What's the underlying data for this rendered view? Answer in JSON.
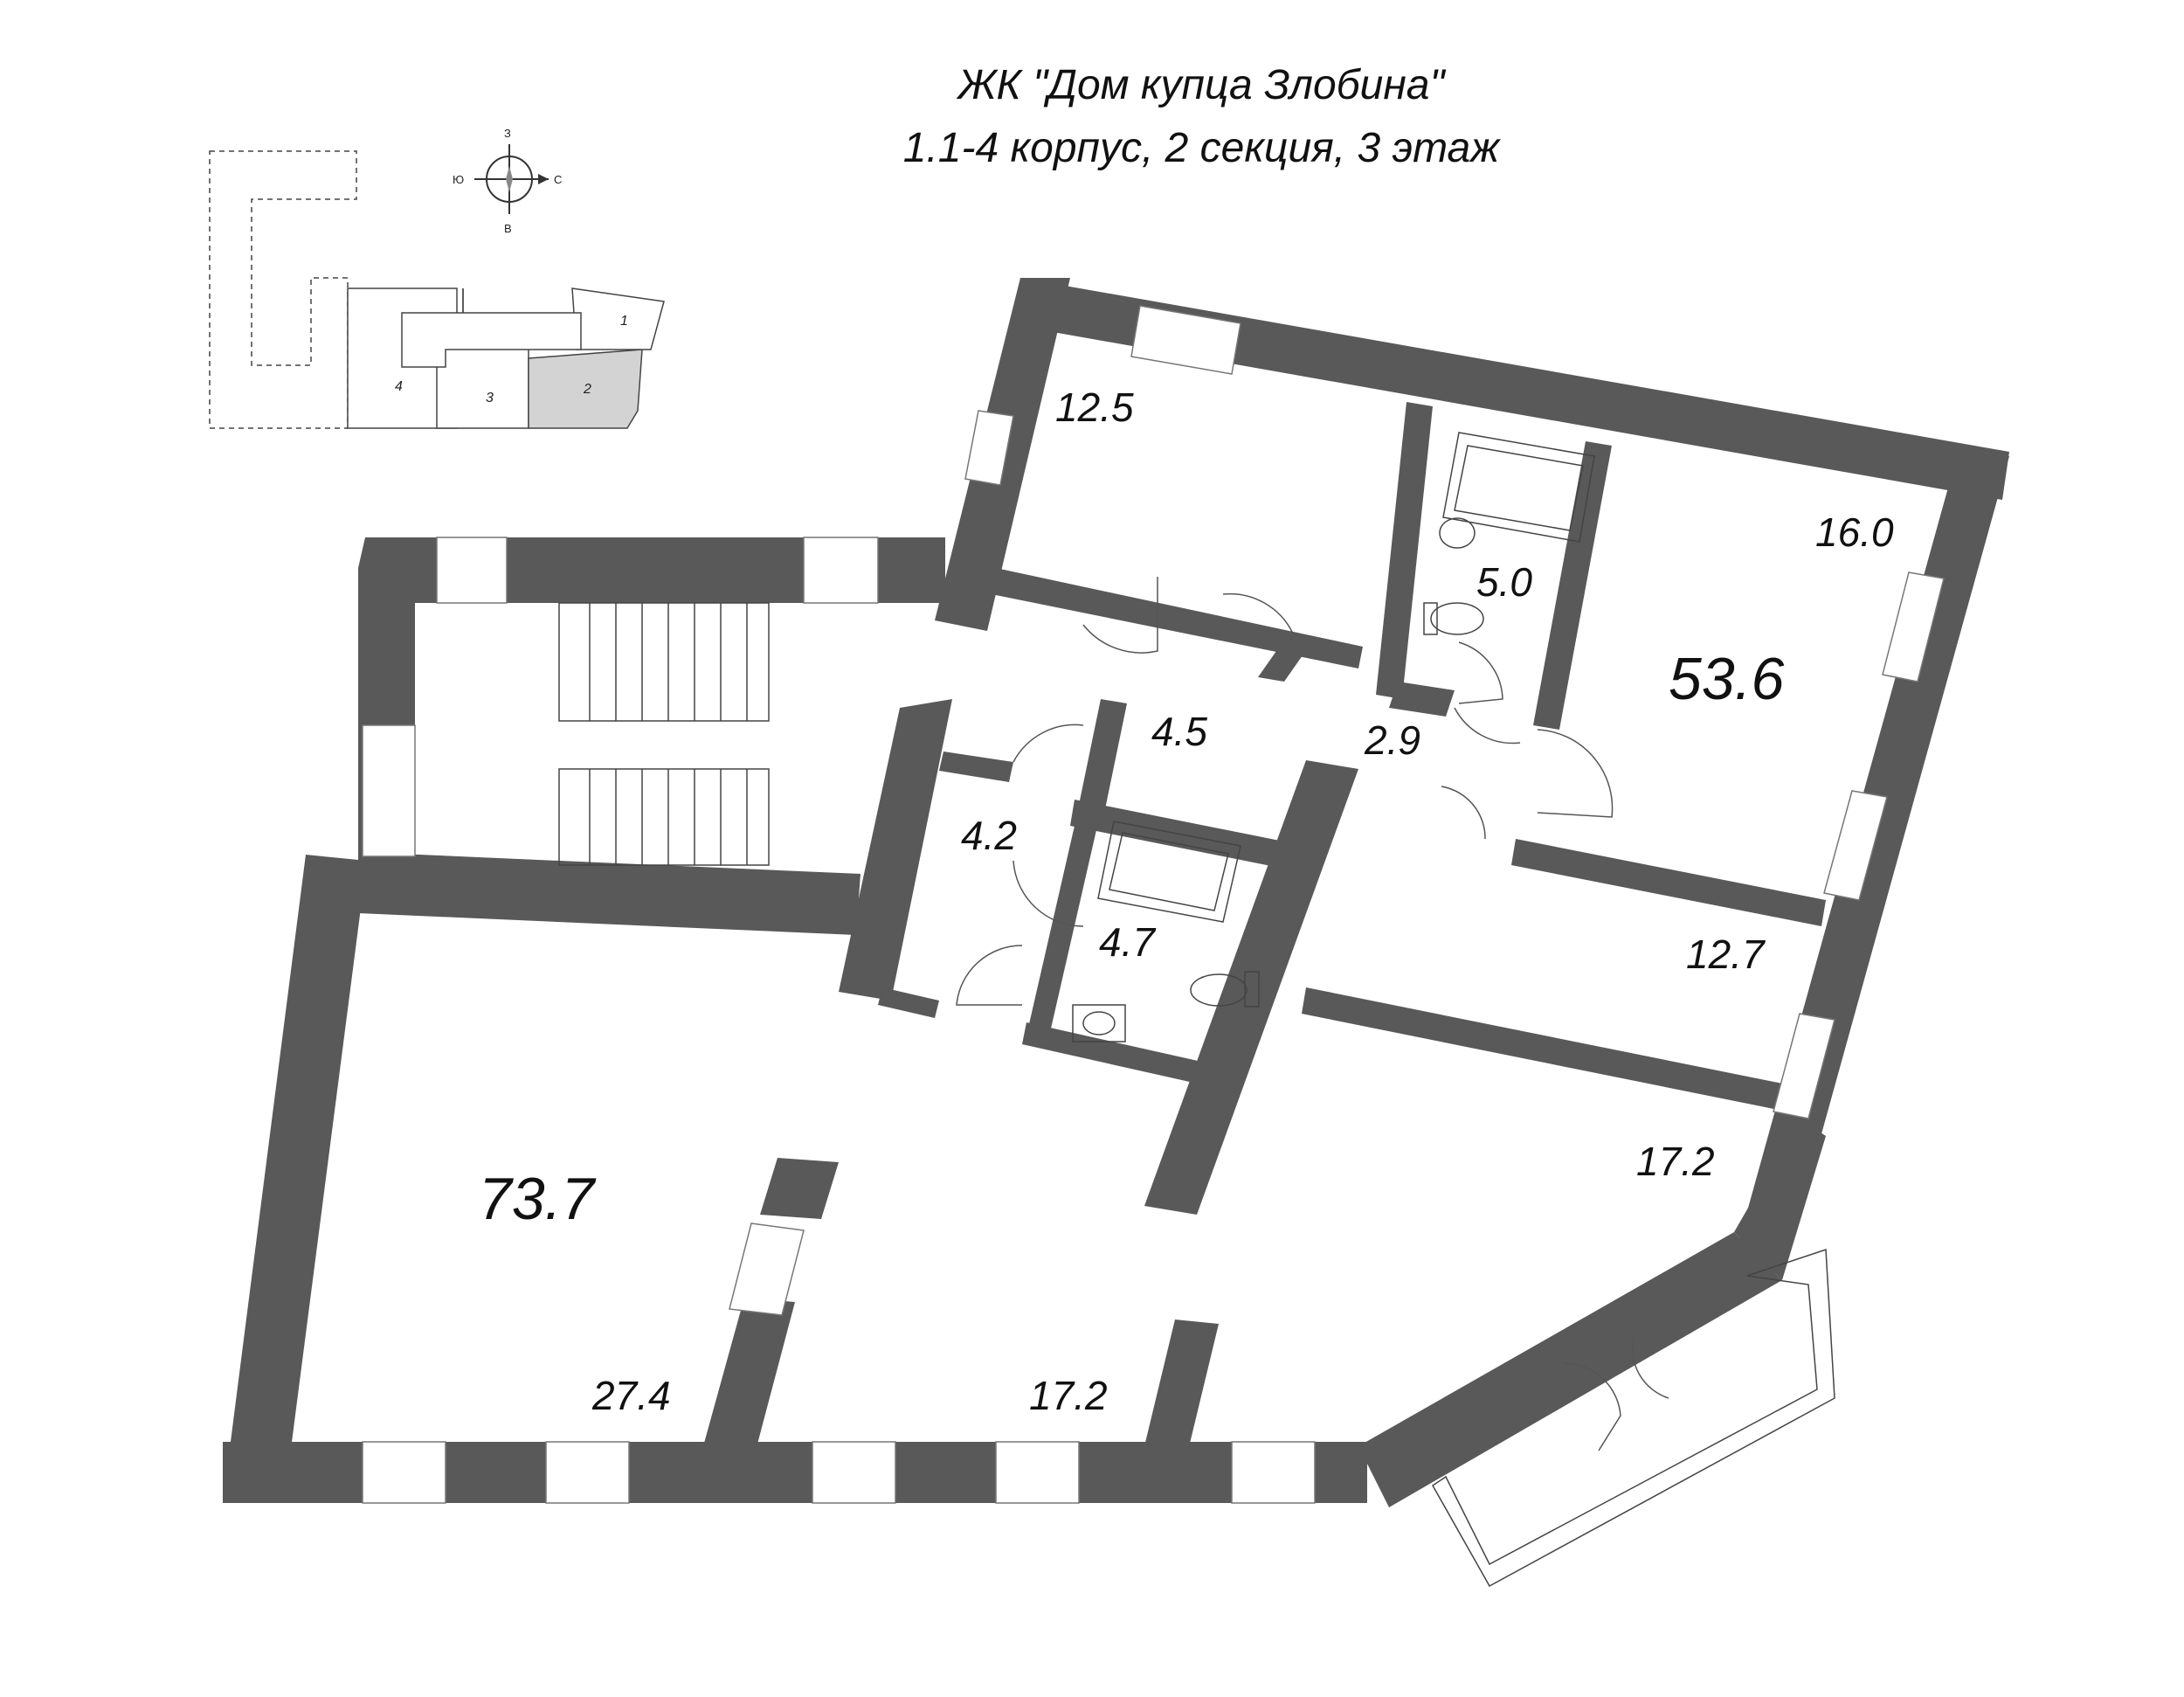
{
  "title": {
    "line1": "ЖК \"Дом купца Злобина\"",
    "line2": "1.1-4 корпус, 2 секция, 3 этаж"
  },
  "compass": {
    "north": "З",
    "south": "В",
    "west": "Ю",
    "east": "С"
  },
  "key_plan": {
    "sections": [
      {
        "label": "1",
        "highlighted": false
      },
      {
        "label": "2",
        "highlighted": true
      },
      {
        "label": "3",
        "highlighted": false
      },
      {
        "label": "4",
        "highlighted": false
      }
    ],
    "highlight_color": "#d3d3d3"
  },
  "rooms": {
    "room_12_5": "12.5",
    "room_16_0": "16.0",
    "room_5_0": "5.0",
    "room_4_5": "4.5",
    "room_2_9": "2.9",
    "room_4_2": "4.2",
    "room_4_7": "4.7",
    "room_12_7": "12.7",
    "room_17_2_right": "17.2",
    "room_27_4": "27.4",
    "room_17_2_bottom": "17.2"
  },
  "totals": {
    "apartment_right": "53.6",
    "apartment_left": "73.7"
  },
  "colors": {
    "wall": "#595959",
    "highlight": "#d3d3d3"
  }
}
